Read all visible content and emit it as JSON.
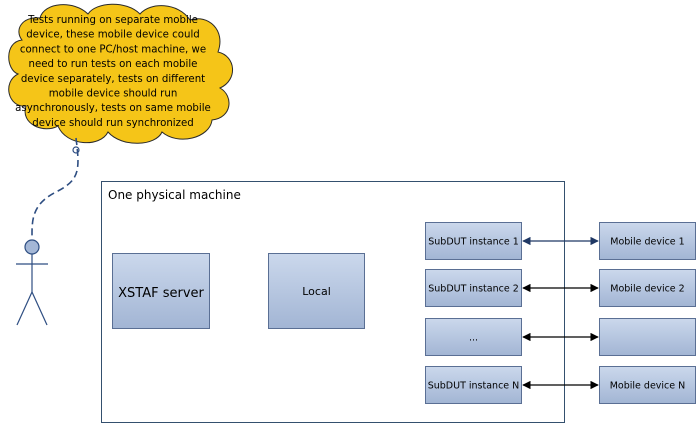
{
  "cloud": {
    "lines": [
      "Tests running on separate mobile",
      "device, these mobile device could",
      "connect to one PC/host machine, we",
      "need to run tests on each mobile",
      "device separately, tests on different",
      "mobile device should run",
      "asynchronously, tests on same mobile",
      "device should run synchronized"
    ],
    "fill": "#f5c518",
    "stroke": "#1f1f1f"
  },
  "machine": {
    "title": "One physical machine"
  },
  "components": {
    "xstaf_server": "XSTAF server",
    "local": "Local"
  },
  "subduts": [
    {
      "instance": "SubDUT instance 1",
      "device": "Mobile device 1",
      "connector_color": "#1f3864"
    },
    {
      "instance": "SubDUT instance 2",
      "device": "Mobile device 2",
      "connector_color": "#000000"
    },
    {
      "instance": "...",
      "device": "",
      "connector_color": "#000000"
    },
    {
      "instance": "SubDUT instance N",
      "device": "Mobile device N",
      "connector_color": "#000000"
    }
  ],
  "colors": {
    "box_fill_top": "#c9d6ea",
    "box_fill_bottom": "#a4b7d6",
    "box_stroke": "#5a6f94",
    "actor": "#2e4e82",
    "machine_border": "#34506e"
  }
}
